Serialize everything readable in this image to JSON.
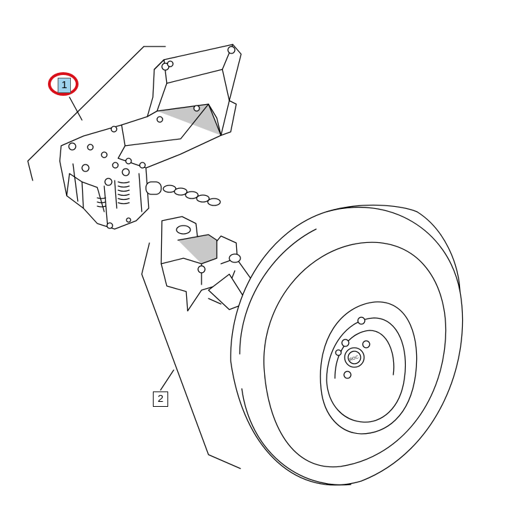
{
  "callouts": [
    {
      "id": "1",
      "label": "1",
      "highlighted": true
    },
    {
      "id": "2",
      "label": "2",
      "highlighted": false
    }
  ],
  "wheel_hub_marking": "ROC",
  "colors": {
    "line": "#000000",
    "shade": "#c8c8c8",
    "callout_highlight_fill": "#9fd3ee",
    "callout_highlight_ring": "#d8101a"
  }
}
